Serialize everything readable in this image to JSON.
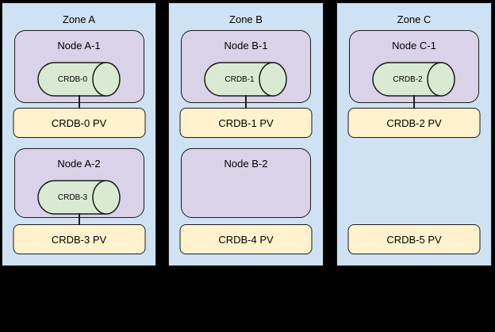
{
  "diagram": {
    "colors": {
      "background": "#000000",
      "zone_fill": "#cfe2f3",
      "node_fill": "#d9d2e9",
      "cylinder_fill": "#d9ead3",
      "pv_fill": "#fff2cc",
      "border": "#1b1b1b",
      "text": "#000000"
    },
    "zones": [
      {
        "title": "Zone A",
        "nodes": [
          {
            "label": "Node A-1",
            "cylinder": "CRDB-0"
          },
          {
            "label": "Node A-2",
            "cylinder": "CRDB-3"
          }
        ],
        "pvs": [
          {
            "label": "CRDB-0 PV"
          },
          {
            "label": "CRDB-3 PV"
          }
        ]
      },
      {
        "title": "Zone B",
        "nodes": [
          {
            "label": "Node B-1",
            "cylinder": "CRDB-1"
          },
          {
            "label": "Node B-2"
          }
        ],
        "pvs": [
          {
            "label": "CRDB-1 PV"
          },
          {
            "label": "CRDB-4 PV"
          }
        ]
      },
      {
        "title": "Zone C",
        "nodes": [
          {
            "label": "Node C-1",
            "cylinder": "CRDB-2"
          }
        ],
        "pvs": [
          {
            "label": "CRDB-2 PV"
          },
          {
            "label": "CRDB-5 PV"
          }
        ]
      }
    ]
  }
}
